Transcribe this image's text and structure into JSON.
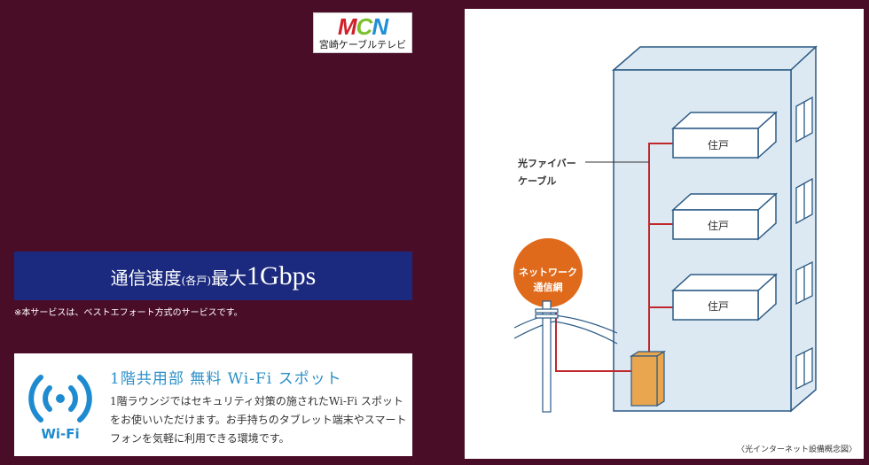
{
  "logo": {
    "mark": "MCN",
    "subtitle": "宮崎ケーブルテレビ"
  },
  "speed": {
    "prefix": "通信速度",
    "paren": "(各戸)",
    "middle": "最大",
    "value": "1Gbps"
  },
  "note": "※本サービスは、ベストエフォート方式のサービスです。",
  "wifi": {
    "icon_label": "Wi-Fi",
    "title": "1階共用部 無料 Wi-Fi スポット",
    "body": "1階ラウンジではセキュリティ対策の施されたWi-Fi スポットをお使いいただけます。お手持ちのタブレット端末やスマートフォンを気軽に利用できる環境です。"
  },
  "diagram": {
    "fiber_label_1": "光ファイバー",
    "fiber_label_2": "ケーブル",
    "network_1": "ネットワーク",
    "network_2": "通信網",
    "units": [
      "住戸",
      "住戸",
      "住戸"
    ],
    "caption": "〈光インターネット設備概念図〉"
  },
  "colors": {
    "background": "#4a0d28",
    "band": "#1b2a7e",
    "wifi": "#2b8fc8",
    "fiber": "#c0272d",
    "network": "#e06a1b",
    "building": "#dde9f2",
    "line": "#2b5a85"
  }
}
